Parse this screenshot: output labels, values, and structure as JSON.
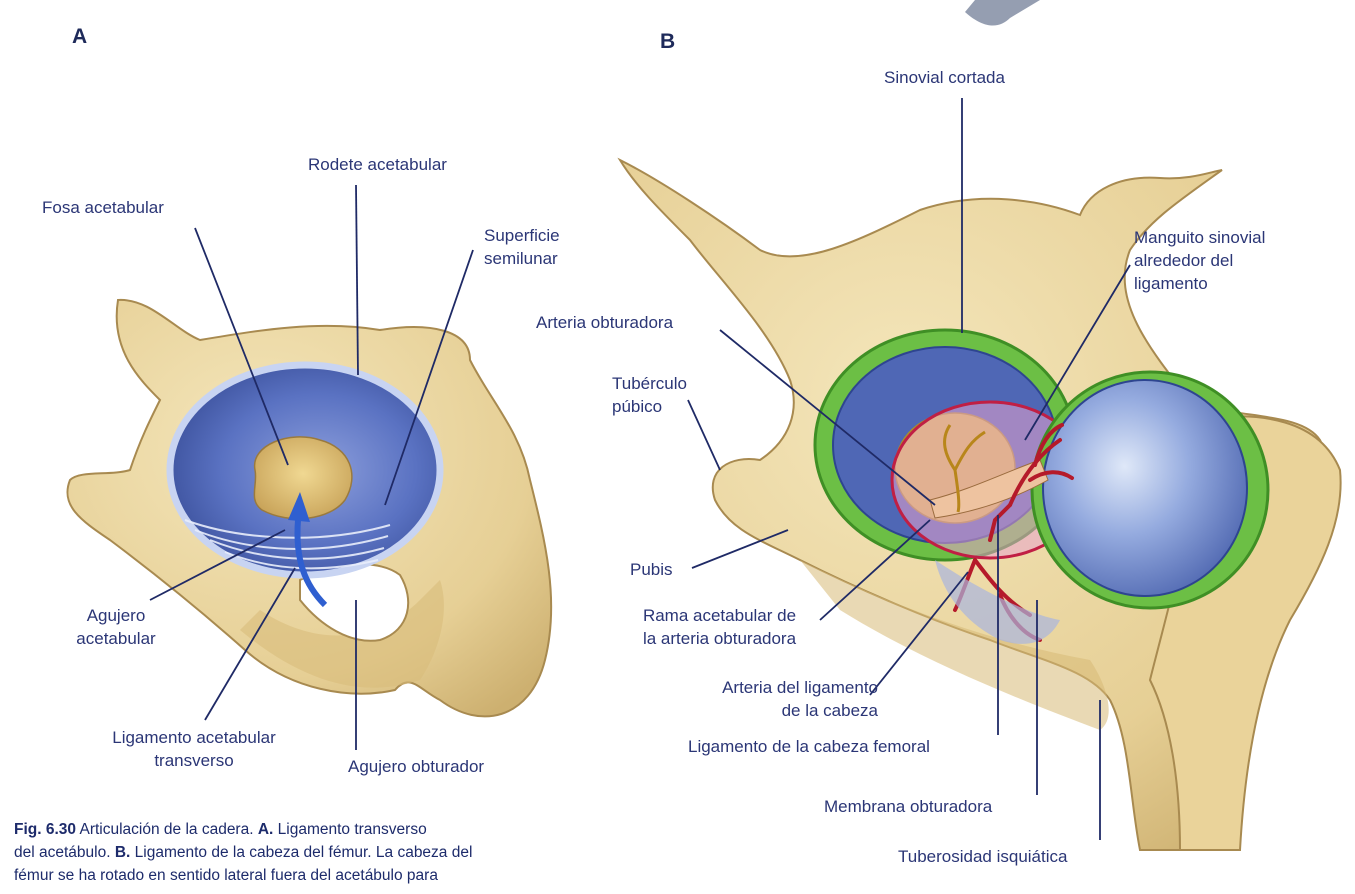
{
  "panels": {
    "a": "A",
    "b": "B"
  },
  "labels_a": {
    "fosa_acetabular": "Fosa acetabular",
    "rodete_acetabular": "Rodete acetabular",
    "superficie_semilunar": [
      "Superficie",
      "semilunar"
    ],
    "agujero_acetabular": [
      "Agujero",
      "acetabular"
    ],
    "ligamento_transverso": [
      "Ligamento acetabular",
      "transverso"
    ],
    "agujero_obturador": "Agujero obturador"
  },
  "labels_b": {
    "sinovial_cortada": "Sinovial cortada",
    "manguito_sinovial": [
      "Manguito sinovial",
      "alrededor del",
      "ligamento"
    ],
    "arteria_obturadora": "Arteria obturadora",
    "tuberculo_pubico": [
      "Tubérculo",
      "púbico"
    ],
    "pubis": "Pubis",
    "rama_acetabular": [
      "Rama acetabular de",
      "la arteria obturadora"
    ],
    "arteria_ligamento": [
      "Arteria del ligamento",
      "de la cabeza"
    ],
    "ligamento_cabeza_femoral": "Ligamento de la cabeza femoral",
    "membrana_obturadora": "Membrana obturadora",
    "tuberosidad_isquiatica": "Tuberosidad isquiática"
  },
  "caption": {
    "fig": "Fig. 6.30",
    "line1_rest": " Articulación de la cadera. ",
    "a_key": "A.",
    "a_text": " Ligamento transverso",
    "line2a": "del acetábulo. ",
    "b_key": "B.",
    "b_text": " Ligamento de la cabeza del fémur. La cabeza del",
    "line3": "fémur se ha rotado en sentido lateral fuera del acetábulo para"
  },
  "colors": {
    "bone": "#ecd9a4",
    "bone_shadow": "#d4b878",
    "bone_outline": "#a88a50",
    "cartilage_blue": "#4f67b5",
    "cartilage_light": "#9fb3e2",
    "synovial_green": "#5fb83a",
    "artery_red": "#b51a2a",
    "ligament_pink": "#e8a0c8",
    "label_text": "#2b3676",
    "leader_line": "#1f2a66"
  }
}
